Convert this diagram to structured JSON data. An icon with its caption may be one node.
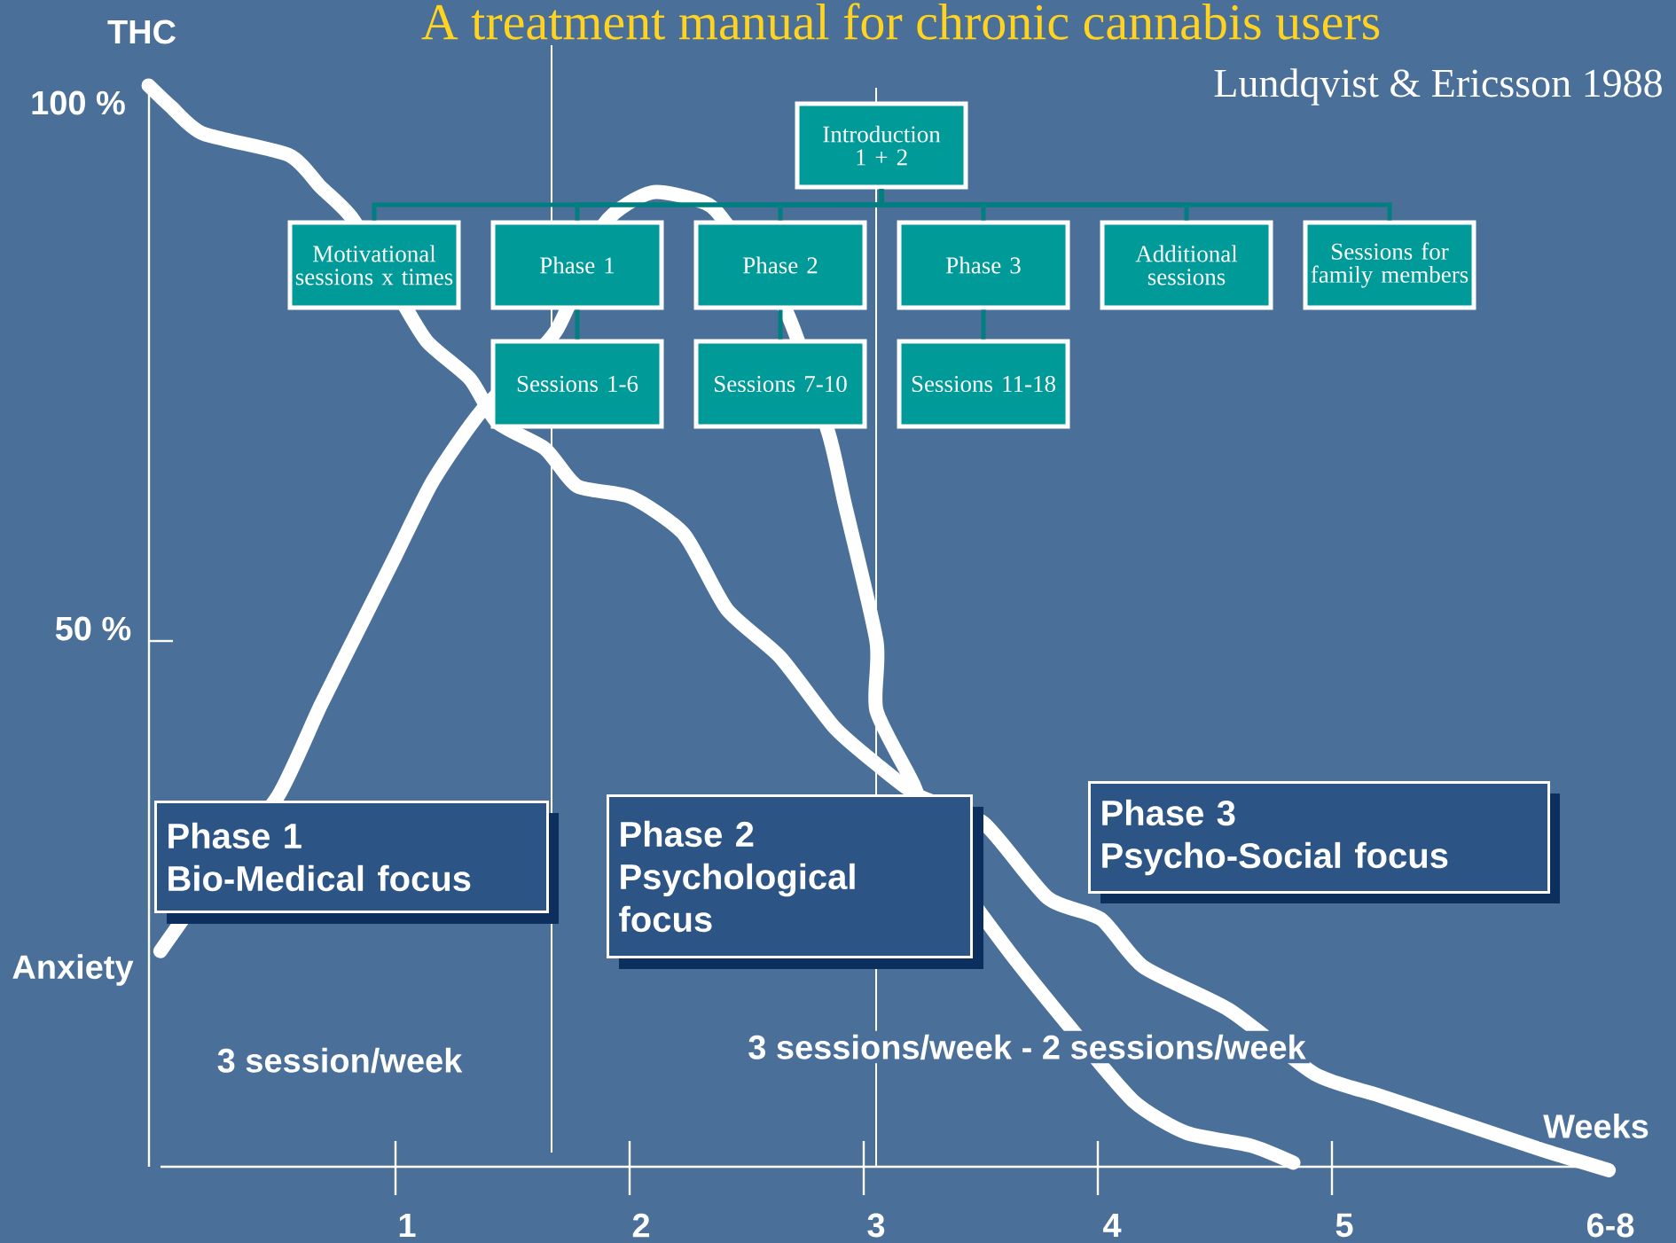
{
  "diagram": {
    "title": "A treatment manual for chronic cannabis users",
    "nodes": [
      {
        "text": [
          "Introduction 1 + 2"
        ]
      },
      {
        "text": [
          "Motivational sessions x times"
        ]
      },
      {
        "text": [
          "Phase 1"
        ]
      },
      {
        "text": [
          "Phase 2"
        ]
      },
      {
        "text": [
          "Phase 3"
        ]
      },
      {
        "text": [
          "Additional sessions"
        ]
      },
      {
        "text": [
          "Sessions for family members"
        ]
      },
      {
        "text": [
          "Sessions 1-6"
        ]
      },
      {
        "text": [
          "Sessions 7-10"
        ]
      },
      {
        "text": [
          "Sessions 11-18"
        ]
      },
      {
        "text": [
          "Phase 1",
          "Bio-Medical focus"
        ]
      },
      {
        "text": [
          "Phase 2",
          "Psychological focus"
        ]
      },
      {
        "text": [
          "Phase 3",
          "Psycho-Social focus"
        ]
      }
    ],
    "edges": [
      {
        "from": 0,
        "to": 1,
        "arrow": "none"
      },
      {
        "from": 0,
        "to": 2,
        "arrow": "none"
      },
      {
        "from": 0,
        "to": 3,
        "arrow": "none"
      },
      {
        "from": 0,
        "to": 4,
        "arrow": "none"
      },
      {
        "from": 0,
        "to": 5,
        "arrow": "none"
      },
      {
        "from": 0,
        "to": 6,
        "arrow": "none"
      },
      {
        "from": 2,
        "to": 7,
        "arrow": "none"
      },
      {
        "from": 3,
        "to": 8,
        "arrow": "none"
      },
      {
        "from": 4,
        "to": 9,
        "arrow": "none"
      }
    ],
    "labels": [
      "THC",
      "Lundqvist & Ericsson 1988",
      "100 %",
      "50 %",
      "Anxiety",
      "3 session/week",
      "3 sessions/week - 2 sessions/week",
      "Weeks",
      "1",
      "2",
      "3",
      "4",
      "5",
      "6-8"
    ]
  }
}
